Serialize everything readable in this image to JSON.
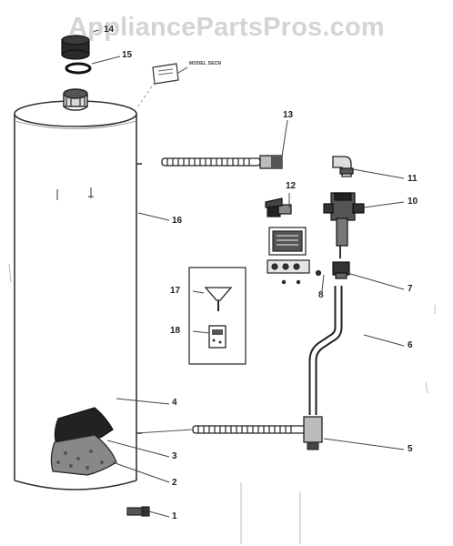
{
  "watermark": "AppliancePartsPros.com",
  "plate_label": "MODEL SECN",
  "callouts": [
    {
      "id": "1",
      "label": "1"
    },
    {
      "id": "2",
      "label": "2"
    },
    {
      "id": "3",
      "label": "3"
    },
    {
      "id": "4",
      "label": "4"
    },
    {
      "id": "5",
      "label": "5"
    },
    {
      "id": "6",
      "label": "6"
    },
    {
      "id": "7",
      "label": "7"
    },
    {
      "id": "8",
      "label": "8"
    },
    {
      "id": "10",
      "label": "10"
    },
    {
      "id": "11",
      "label": "11"
    },
    {
      "id": "12",
      "label": "12"
    },
    {
      "id": "13",
      "label": "13"
    },
    {
      "id": "14",
      "label": "14"
    },
    {
      "id": "15",
      "label": "15"
    },
    {
      "id": "16",
      "label": "16"
    },
    {
      "id": "17",
      "label": "17"
    },
    {
      "id": "18",
      "label": "18"
    }
  ]
}
